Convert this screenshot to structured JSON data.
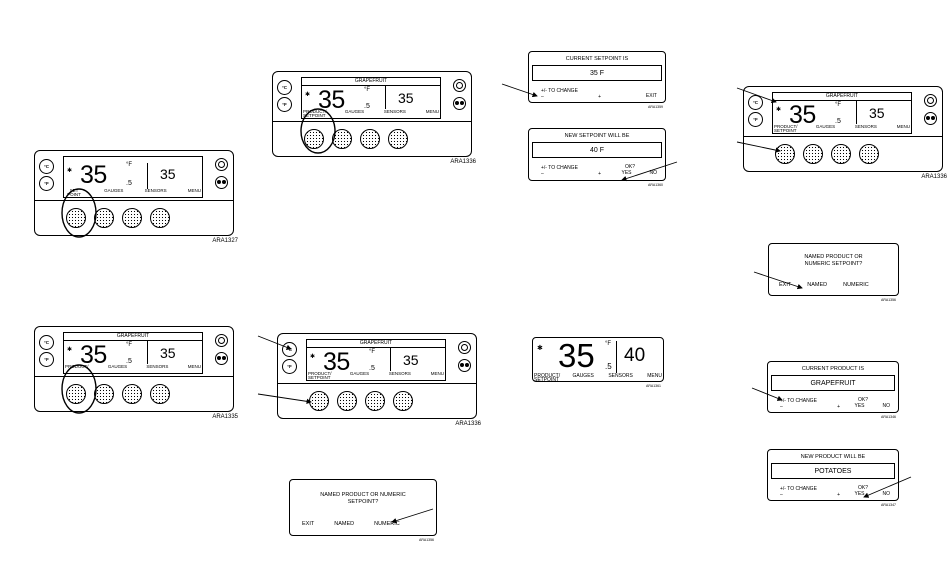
{
  "panels": {
    "p1": {
      "product": "",
      "temp": "35",
      "half": ".5",
      "unit": "°F",
      "setpoint": "35",
      "labels": [
        "SET POINT",
        "GAUGES",
        "SENSORS",
        "MENU"
      ],
      "code": "ARA1327"
    },
    "p2": {
      "product": "GRAPEFRUIT",
      "temp": "35",
      "half": ".5",
      "unit": "°F",
      "setpoint": "35",
      "labels": [
        "PRODUCT/ SETPOINT",
        "GAUGES",
        "SENSORS",
        "MENU"
      ],
      "code": "ARA1336"
    },
    "p3": {
      "product": "GRAPEFRUIT",
      "temp": "35",
      "half": ".5",
      "unit": "°F",
      "setpoint": "35",
      "labels": [
        "PRODUCT/",
        "GAUGES",
        "SENSORS",
        "MENU"
      ],
      "code": "ARA1335"
    },
    "p4": {
      "product": "GRAPEFRUIT",
      "temp": "35",
      "half": ".5",
      "unit": "°F",
      "setpoint": "35",
      "labels": [
        "PRODUCT/ SETPOINT",
        "GAUGES",
        "SENSORS",
        "MENU"
      ],
      "code": "ARA1336"
    },
    "p5": {
      "product": "GRAPEFRUIT",
      "temp": "35",
      "half": ".5",
      "unit": "°F",
      "setpoint": "35",
      "labels": [
        "PRODUCT/ SETPOINT",
        "GAUGES",
        "SENSORS",
        "MENU"
      ],
      "code": "ARA1336"
    }
  },
  "screens": {
    "cur_setpoint": {
      "title": "CURRENT SETPOINT IS",
      "value": "35 F",
      "change": "+/- TO CHANGE",
      "minus": "–",
      "plus": "+",
      "exit": "EXIT",
      "code": "ARA1359"
    },
    "new_setpoint": {
      "title": "NEW SETPOINT WILL BE",
      "value": "40 F",
      "change": "+/- TO CHANGE",
      "minus": "–",
      "plus": "+",
      "ok": "OK?",
      "yes": "YES",
      "no": "NO",
      "code": "ARA1360"
    },
    "big": {
      "temp": "35",
      "half": ".5",
      "unit": "°F",
      "setpoint": "40",
      "labels": [
        "PRODUCT/ SETPOINT",
        "GAUGES",
        "SENSORS",
        "MENU"
      ],
      "code": "ARA1361"
    },
    "named_a": {
      "question": "NAMED PRODUCT OR NUMERIC SETPOINT?",
      "exit": "EXIT",
      "named": "NAMED",
      "numeric": "NUMERIC",
      "code": "ARA1356"
    },
    "named_b": {
      "question": "NAMED PRODUCT OR NUMERIC SETPOINT?",
      "exit": "EXIT",
      "named": "NAMED",
      "numeric": "NUMERIC",
      "code": "ARA1356"
    },
    "cur_product": {
      "title": "CURRENT PRODUCT IS",
      "value": "GRAPEFRUIT",
      "change": "+/- TO CHANGE",
      "minus": "–",
      "plus": "+",
      "ok": "OK?",
      "yes": "YES",
      "no": "NO",
      "code": "ARA1346"
    },
    "new_product": {
      "title": "NEW PRODUCT WILL BE",
      "value": "POTATOES",
      "change": "+/- TO CHANGE",
      "minus": "–",
      "plus": "+",
      "ok": "OK?",
      "yes": "YES",
      "no": "NO",
      "code": "ARA1347"
    }
  },
  "icons": {
    "left_btn_1": "temperature-c-icon",
    "left_btn_2": "temperature-f-icon",
    "right_btn_1": "defrost-icon",
    "right_btn_2": "on-off-icon",
    "flake": "snowflake-icon"
  }
}
